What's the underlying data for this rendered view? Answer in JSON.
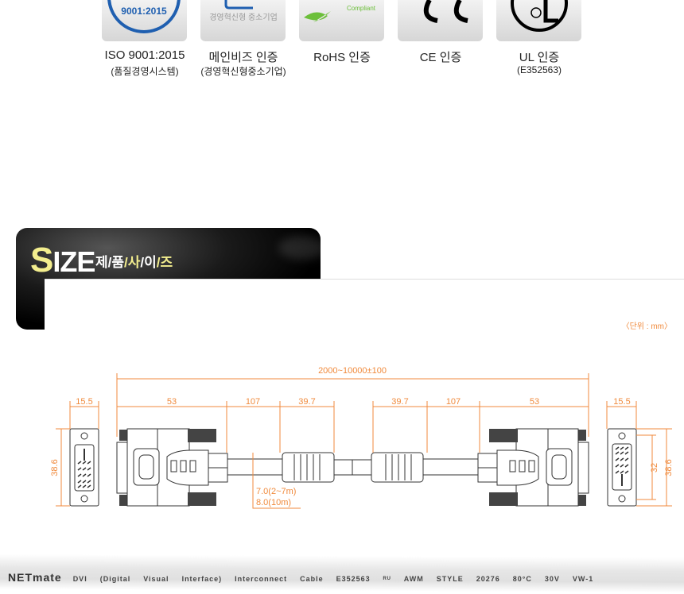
{
  "certifications": [
    {
      "label": "ISO 9001:2015",
      "sub": "(품질경영시스템)",
      "logo_text": "9001:2015"
    },
    {
      "label": "메인비즈 인증",
      "sub": "(경영혁신형중소기업)",
      "logo_text": "경영혁신형 중소기업"
    },
    {
      "label": "RoHS 인증",
      "sub": "",
      "logo_text": "Compliant"
    },
    {
      "label": "CE 인증",
      "sub": "",
      "logo_text": "CE"
    },
    {
      "label": "UL 인증",
      "sub": "(E352563)",
      "logo_text": "UL"
    }
  ],
  "size_banner": {
    "title_first": "S",
    "title_rest": "IZE",
    "subtitle_parts": [
      "제",
      "/품",
      "/사",
      "/이",
      "/즈"
    ]
  },
  "diagram": {
    "unit": "〈단위 : mm〉",
    "accent_color": "#f08a3c",
    "total_length": "2000~10000±100",
    "left": {
      "end_width": "15.5",
      "end_height": "38.6",
      "head": "53",
      "cable": "107",
      "core": "39.7"
    },
    "right": {
      "end_width": "15.5",
      "end_height": "38.6",
      "hole_pitch": "32",
      "head": "53",
      "cable": "107",
      "core": "39.7"
    },
    "diameter_1": "7.0(2~7m)",
    "diameter_2": "8.0(10m)"
  },
  "cable_print": {
    "brand": "NETmate",
    "items": [
      "DVI",
      "(Digital",
      "Visual",
      "Interface)",
      "Interconnect",
      "Cable",
      "E352563",
      "ᴿᵁ",
      "AWM",
      "STYLE",
      "20276",
      "80°C",
      "30V",
      "VW-1"
    ]
  }
}
